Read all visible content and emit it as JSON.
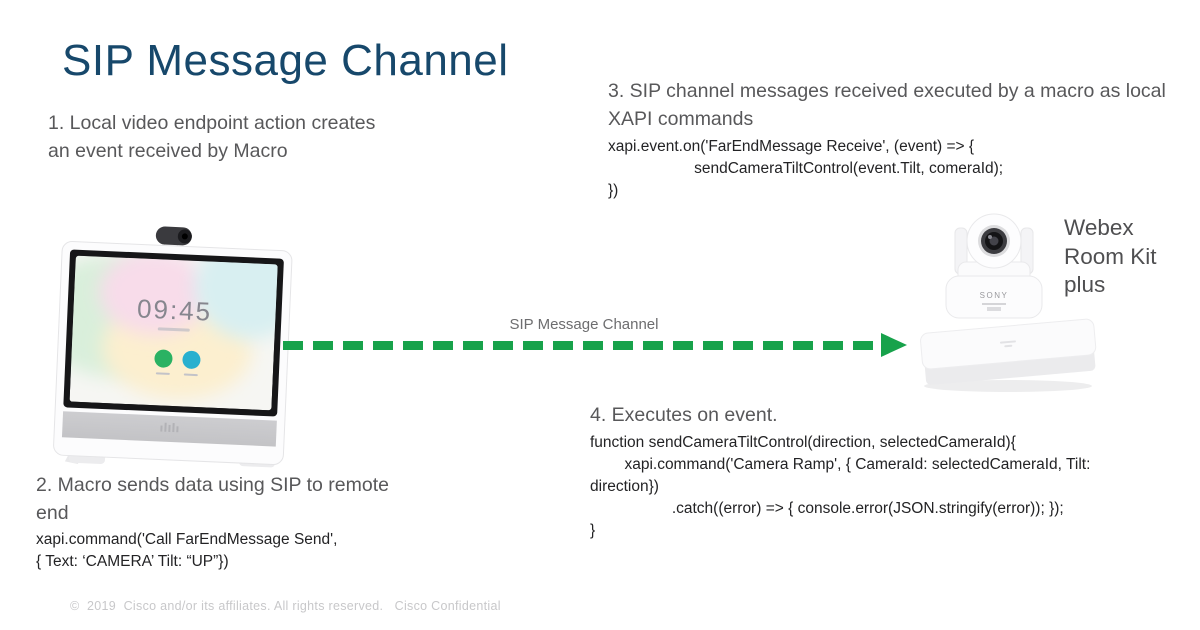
{
  "slide": {
    "title": "SIP Message Channel",
    "footer": "©  2019  Cisco and/or its affiliates. All rights reserved.   Cisco Confidential"
  },
  "steps": {
    "one": {
      "heading": "1. Local video endpoint action creates an event received by Macro"
    },
    "two": {
      "heading": "2. Macro sends data using SIP to remote end",
      "code": [
        "xapi.command('Call FarEndMessage Send',",
        "{ Text: ‘CAMERA’ Tilt: “UP”})"
      ]
    },
    "three": {
      "heading": "3. SIP channel messages received executed by a macro as local XAPI commands",
      "code": [
        "xapi.event.on('FarEndMessage Receive', (event) => {",
        "                    sendCameraTiltControl(event.Tilt, comeraId);",
        "})"
      ]
    },
    "four": {
      "heading": "4. Executes on event.",
      "code": [
        "function sendCameraTiltControl(direction, selectedCameraId){",
        "        xapi.command('Camera Ramp', { CameraId: selectedCameraId, Tilt:",
        "direction})",
        "                   .catch((error) => { console.error(JSON.stringify(error)); });",
        "}"
      ]
    }
  },
  "arrow": {
    "label": "SIP Message Channel"
  },
  "devices": {
    "endpoint": {
      "clock": "09:45"
    },
    "camera": {
      "brand": "SONY"
    },
    "kit": {
      "label": "Webex Room Kit plus"
    }
  },
  "colors": {
    "title_blue": "#17486b",
    "heading_gray": "#58585a",
    "code_dark": "#232325",
    "arrow_green": "#17a24b",
    "kit_label_gray": "#4f4f51",
    "footer_gray": "#c8c8ca"
  }
}
